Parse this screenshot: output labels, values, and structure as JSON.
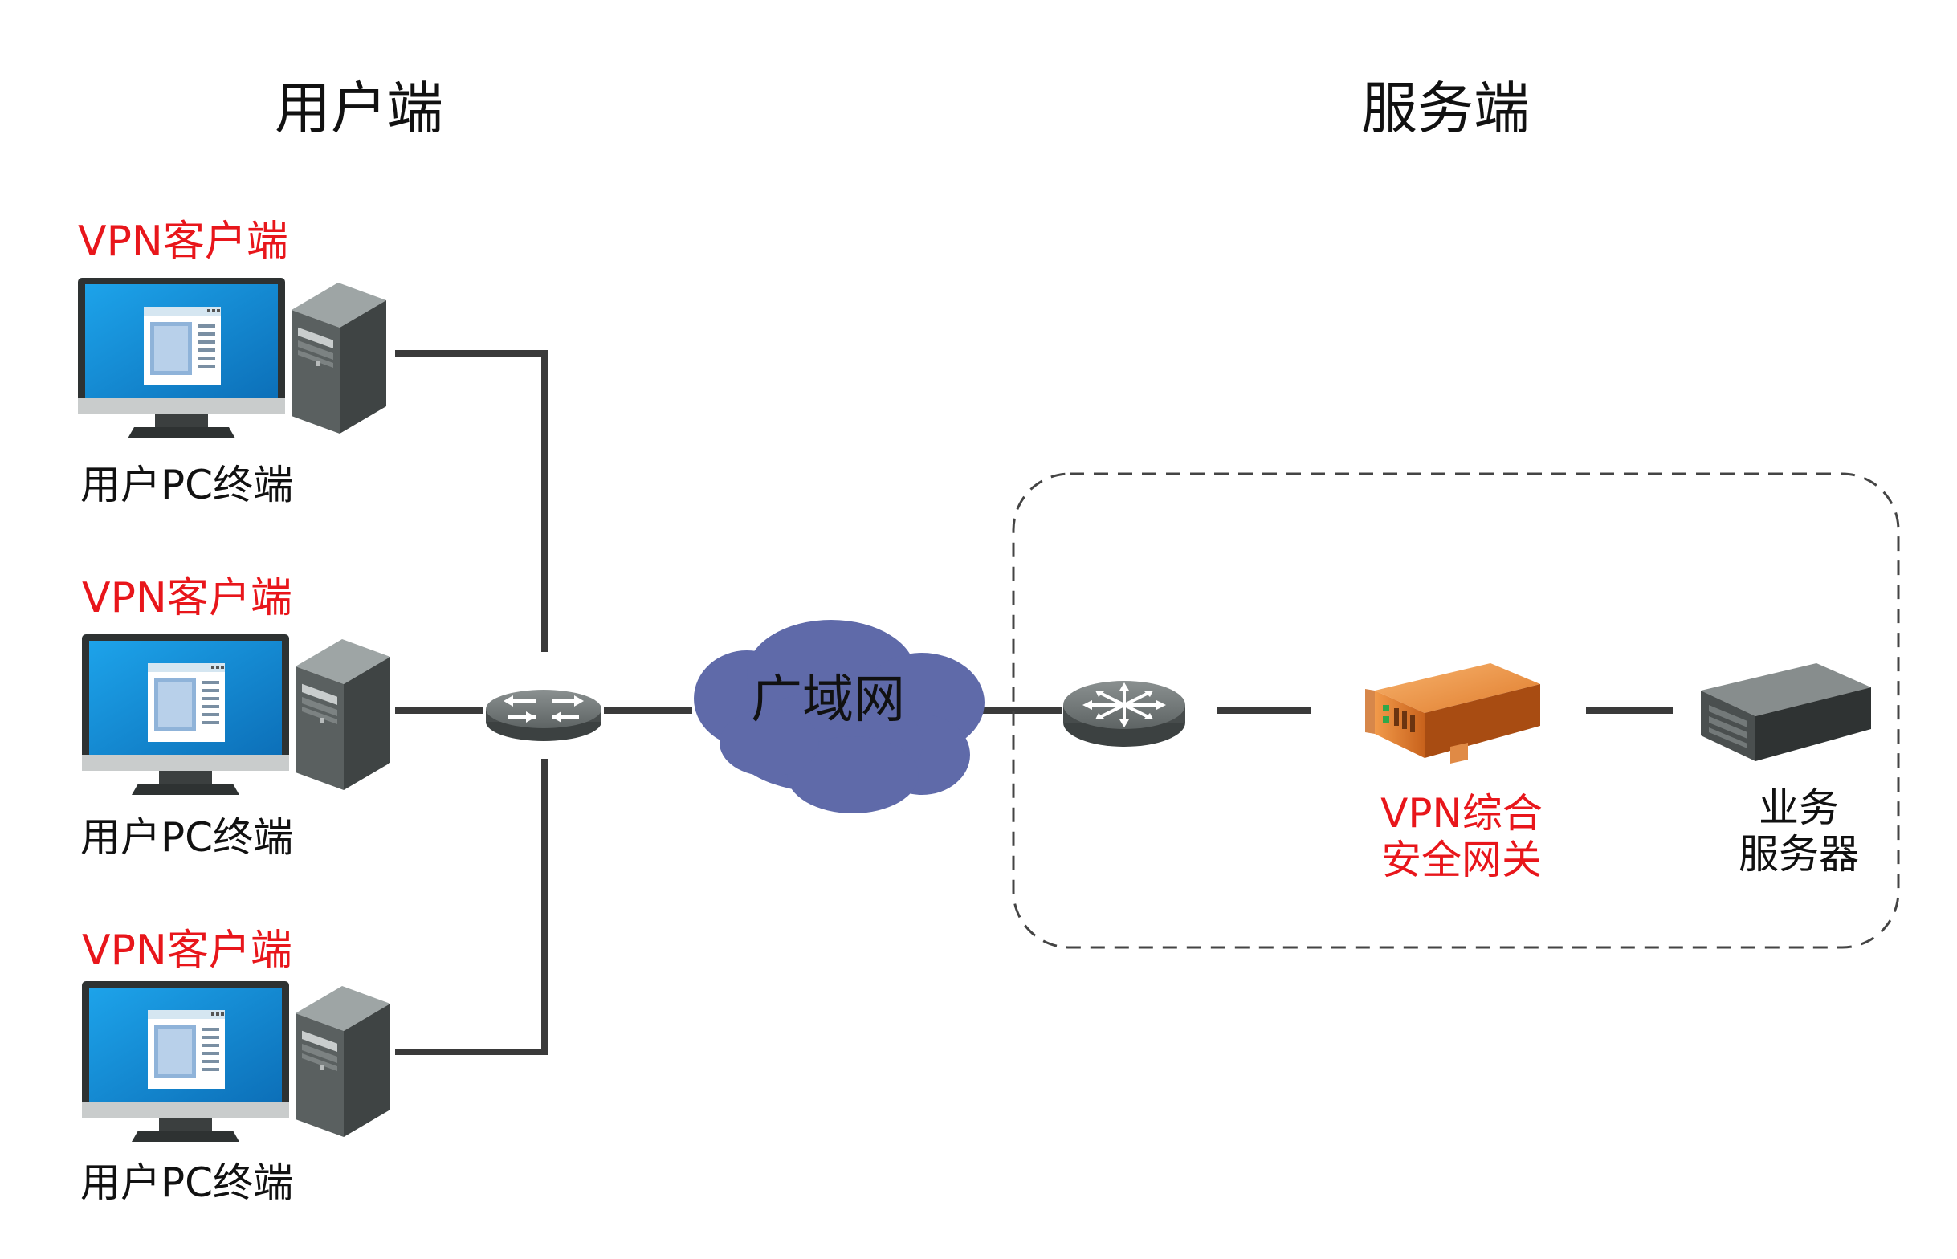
{
  "colors": {
    "accent_red": "#e8161b",
    "text": "#111111",
    "screen_blue": "#1a8fd8",
    "cloud": "#5f6aa9",
    "tower": "#4d5353",
    "device": "#5d6262",
    "gateway": "#c8621c",
    "line": "#3a3a3a"
  },
  "sections": {
    "user_side": "用户端",
    "server_side": "服务端"
  },
  "clients": [
    {
      "client_label": "VPN客户端",
      "terminal_label": "用户PC终端"
    },
    {
      "client_label": "VPN客户端",
      "terminal_label": "用户PC终端"
    },
    {
      "client_label": "VPN客户端",
      "terminal_label": "用户PC终端"
    }
  ],
  "network": {
    "wan_label": "广域网"
  },
  "server_zone": {
    "gateway_line1": "VPN综合",
    "gateway_line2": "安全网关",
    "server_line1": "业务",
    "server_line2": "服务器"
  },
  "icons": {
    "pc": "desktop-computer-icon",
    "router": "router-icon",
    "wan": "cloud-icon",
    "switch": "switch-icon",
    "gateway": "vpn-gateway-appliance-icon",
    "server": "rack-server-icon"
  }
}
